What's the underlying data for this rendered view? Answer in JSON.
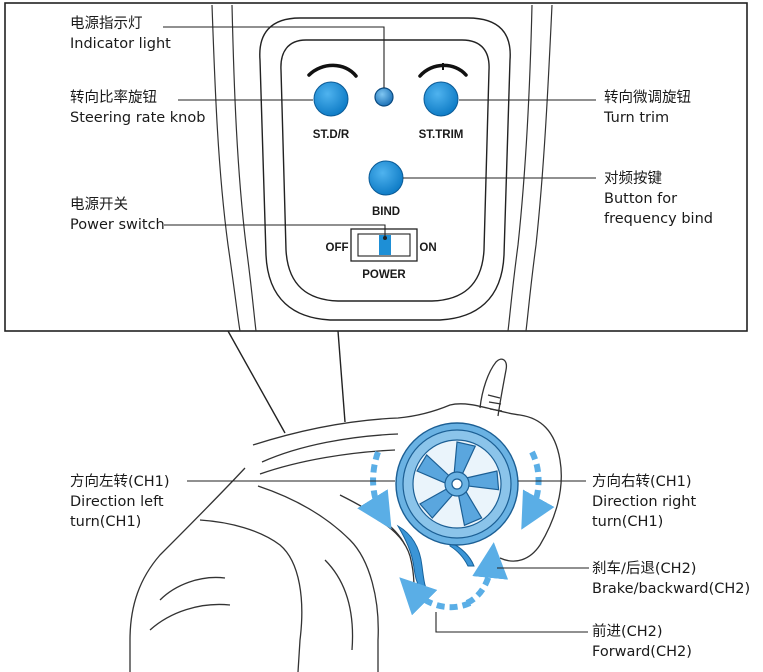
{
  "callouts": {
    "indicator": {
      "zh": "电源指示灯",
      "en": "Indicator light"
    },
    "steering_rate": {
      "zh": "转向比率旋钮",
      "en": "Steering rate knob"
    },
    "power_switch": {
      "zh": "电源开关",
      "en": "Power switch"
    },
    "turn_trim": {
      "zh": "转向微调旋钮",
      "en": "Turn trim"
    },
    "bind_button": {
      "zh": "对频按键",
      "en1": "Button for",
      "en2": "frequency bind"
    },
    "direction_left": {
      "zh": "方向左转(CH1)",
      "en1": "Direction left",
      "en2": "turn(CH1)"
    },
    "direction_right": {
      "zh": "方向右转(CH1)",
      "en1": "Direction right",
      "en2": "turn(CH1)"
    },
    "brake": {
      "zh": "刹车/后退(CH2)",
      "en": "Brake/backward(CH2)"
    },
    "forward": {
      "zh": "前进(CH2)",
      "en": "Forward(CH2)"
    }
  },
  "panel": {
    "st_dr": "ST.D/R",
    "st_trim": "ST.TRIM",
    "bind": "BIND",
    "off": "OFF",
    "on": "ON",
    "power": "POWER"
  },
  "colors": {
    "accent_blue": "#1e8fd6",
    "arrow_blue": "#5aaee6",
    "wheel_blue": "#4a9ed8",
    "line": "#222222"
  }
}
